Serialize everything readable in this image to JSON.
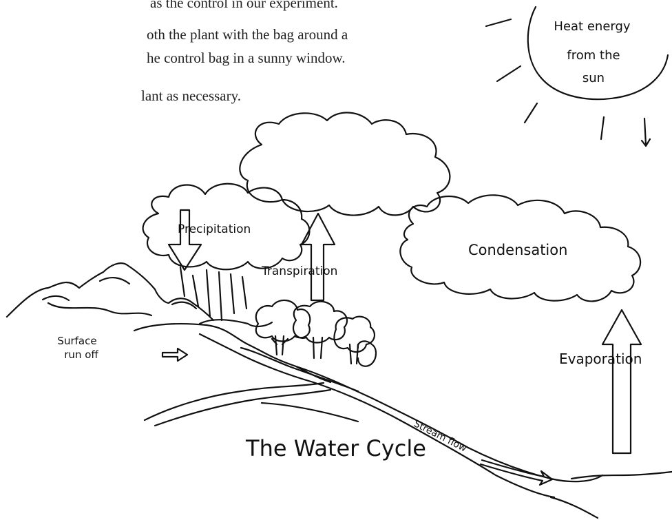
{
  "text_lines": [
    "as the control in our experiment.",
    "oth the plant with the bag around a",
    "he control bag in a sunny window.",
    "lant as necessary."
  ],
  "labels": {
    "sun_line1": "Heat energy",
    "sun_line2": "from the",
    "sun_line3": "sun",
    "precipitation": "Precipitation",
    "transpiration": "Transpiration",
    "condensation": "Condensation",
    "evaporation": "Evaporation",
    "surface_line1": "Surface",
    "surface_line2": "run off",
    "stream": "Stream flow",
    "title": "The Water Cycle"
  }
}
